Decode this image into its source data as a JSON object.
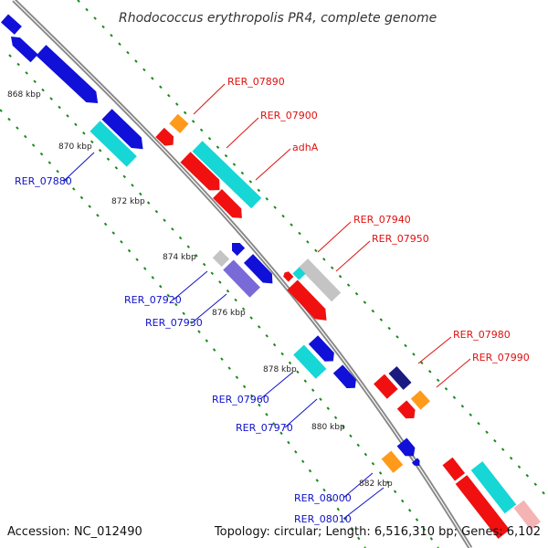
{
  "title": "Rhodococcus erythropolis PR4, complete genome",
  "footer": {
    "accession": "Accession: NC_012490",
    "topology": "Topology: circular; Length: 6,516,310 bp; Genes: 6,102"
  },
  "ticks": [
    "868 kbp",
    "870 kbp",
    "872 kbp",
    "874 kbp",
    "876 kbp",
    "878 kbp",
    "880 kbp",
    "882 kbp"
  ],
  "labels": {
    "rer_07890": "RER_07890",
    "rer_07900": "RER_07900",
    "adha": "adhA",
    "rer_07880": "RER_07880",
    "rer_07940": "RER_07940",
    "rer_07950": "RER_07950",
    "rer_07920": "RER_07920",
    "rer_07930": "RER_07930",
    "rer_07980": "RER_07980",
    "rer_07990": "RER_07990",
    "rer_07960": "RER_07960",
    "rer_07970": "RER_07970",
    "rer_08000": "RER_08000",
    "rer_08010": "RER_08010"
  },
  "colors": {
    "blue": "#1010d8",
    "cyan": "#16d6d6",
    "red": "#f01010",
    "orange": "#ff9a1a",
    "gray": "#c4c4c4",
    "purple": "#7a6ad8",
    "navy": "#1a1a80",
    "pink": "#f4b4b4",
    "backbone": "#888888",
    "dots": "#1a8a1a"
  }
}
